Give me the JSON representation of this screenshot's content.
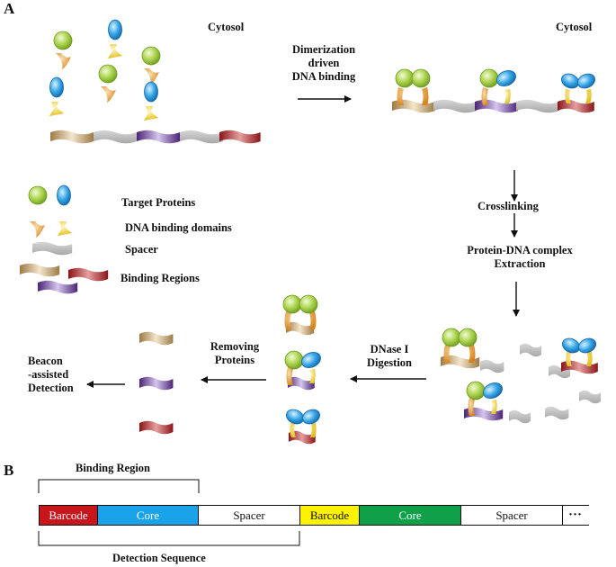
{
  "panels": {
    "a": "A",
    "b": "B"
  },
  "box1": {
    "title": "Cytosol"
  },
  "box2": {
    "title": "Cytosol"
  },
  "steps": {
    "dimerization": [
      "Dimerization",
      "driven",
      "DNA binding"
    ],
    "crosslinking": "Crosslinking",
    "extraction": [
      "Protein-DNA complex",
      "Extraction"
    ],
    "digestion": [
      "DNase I",
      "Digestion"
    ],
    "removing": [
      "Removing",
      "Proteins"
    ],
    "beacon": [
      "Beacon",
      "-assisted",
      "Detection"
    ]
  },
  "legend": {
    "target_proteins": "Target Proteins",
    "dna_binding_domains": "DNA binding domains",
    "spacer": "Spacer",
    "binding_regions": "Binding Regions"
  },
  "sequence": {
    "binding_region_label": "Binding Region",
    "detection_sequence_label": "Detection Sequence",
    "segments": [
      {
        "label": "Barcode",
        "color": "#c8161d",
        "text_color": "#ffffff"
      },
      {
        "label": "Core",
        "color": "#1aa3e8",
        "text_color": "#ffffff"
      },
      {
        "label": "Spacer",
        "color": "#ffffff",
        "text_color": "#111111"
      },
      {
        "label": "Barcode",
        "color": "#fff200",
        "text_color": "#111111"
      },
      {
        "label": "Core",
        "color": "#11a04a",
        "text_color": "#ffffff"
      },
      {
        "label": "Spacer",
        "color": "#ffffff",
        "text_color": "#111111"
      }
    ],
    "ellipsis": "···"
  },
  "colors": {
    "green_protein": "#9ccc3c",
    "blue_protein": "#2f9fe0",
    "orange_domain": "#e89a2c",
    "yellow_domain": "#f2d43c",
    "spacer_gray": "#bfbfbf",
    "tan_region": "#b89968",
    "purple_region": "#6a3a96",
    "red_region": "#a01e22"
  }
}
